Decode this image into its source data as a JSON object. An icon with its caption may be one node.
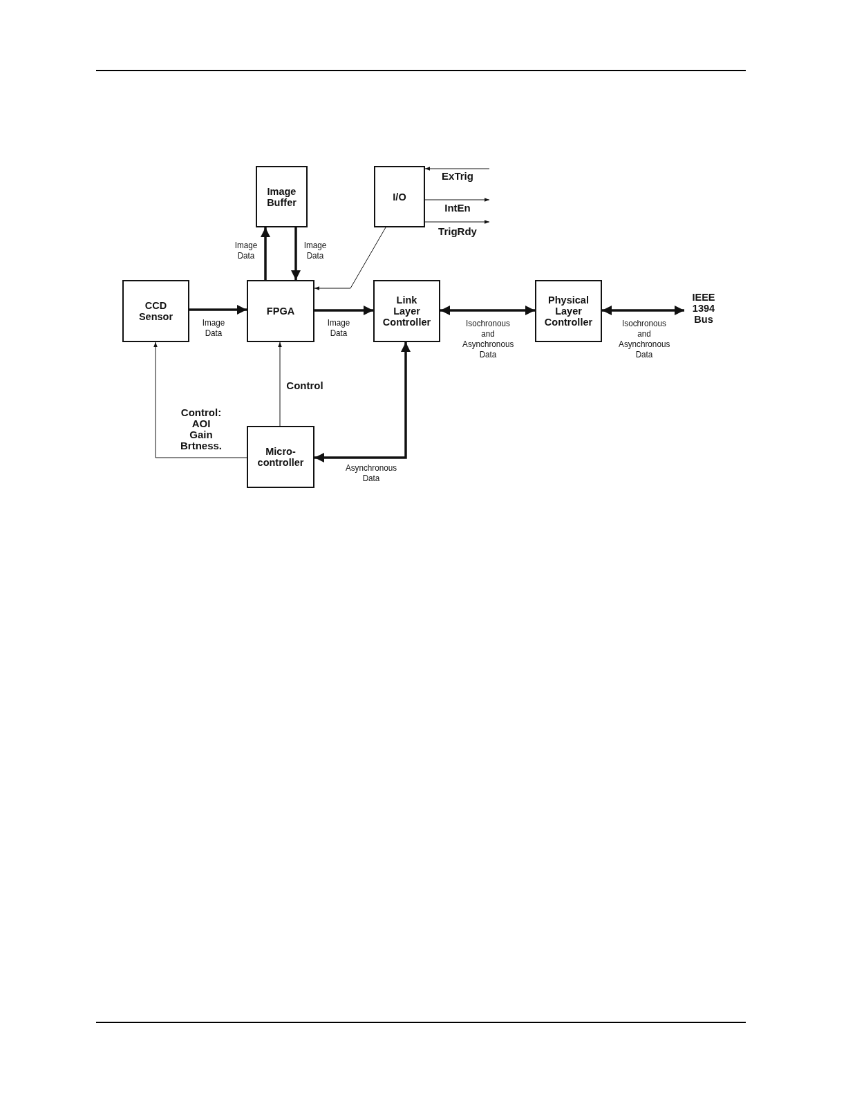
{
  "diagram": {
    "nodes": [
      {
        "text": [
          "Image Buffer"
        ]
      },
      {
        "text": [
          "I/O"
        ]
      },
      {
        "text": [
          "CCD Sensor"
        ]
      },
      {
        "text": [
          "FPGA"
        ]
      },
      {
        "text": [
          "Link Layer Controller"
        ]
      },
      {
        "text": [
          "Physical Layer Controller"
        ]
      },
      {
        "text": [
          "IEEE 1394 Bus"
        ]
      },
      {
        "text": [
          "Micro- controller"
        ]
      }
    ],
    "edges": [
      {
        "from": 3,
        "to": 0,
        "arrow": "to",
        "label": "Image Data"
      },
      {
        "from": 0,
        "to": 3,
        "arrow": "to",
        "label": "Image Data"
      },
      {
        "from": 1,
        "to": 3,
        "arrow": "to"
      },
      {
        "from": 2,
        "to": 3,
        "arrow": "to",
        "label": "Image Data"
      },
      {
        "from": 3,
        "to": 4,
        "arrow": "to",
        "label": "Image Data"
      },
      {
        "from": 4,
        "to": 5,
        "arrow": "both",
        "label": "Isochronous and Asynchronous Data"
      },
      {
        "from": 5,
        "to": 6,
        "arrow": "both",
        "label": "Isochronous and Asynchronous Data"
      },
      {
        "from": 7,
        "to": 3,
        "arrow": "to",
        "label": "Control"
      },
      {
        "from": 7,
        "to": 2,
        "arrow": "to",
        "label": "Control: AOI Gain Brtness."
      },
      {
        "from": 4,
        "to": 7,
        "arrow": "both",
        "label": "Asynchronous Data"
      },
      {
        "from": null,
        "to": 1,
        "arrow": "to",
        "label": "ExTrig"
      },
      {
        "from": 1,
        "to": null,
        "arrow": "to",
        "label": "IntEn"
      },
      {
        "from": 1,
        "to": null,
        "arrow": "to",
        "label": "TrigRdy"
      }
    ]
  }
}
